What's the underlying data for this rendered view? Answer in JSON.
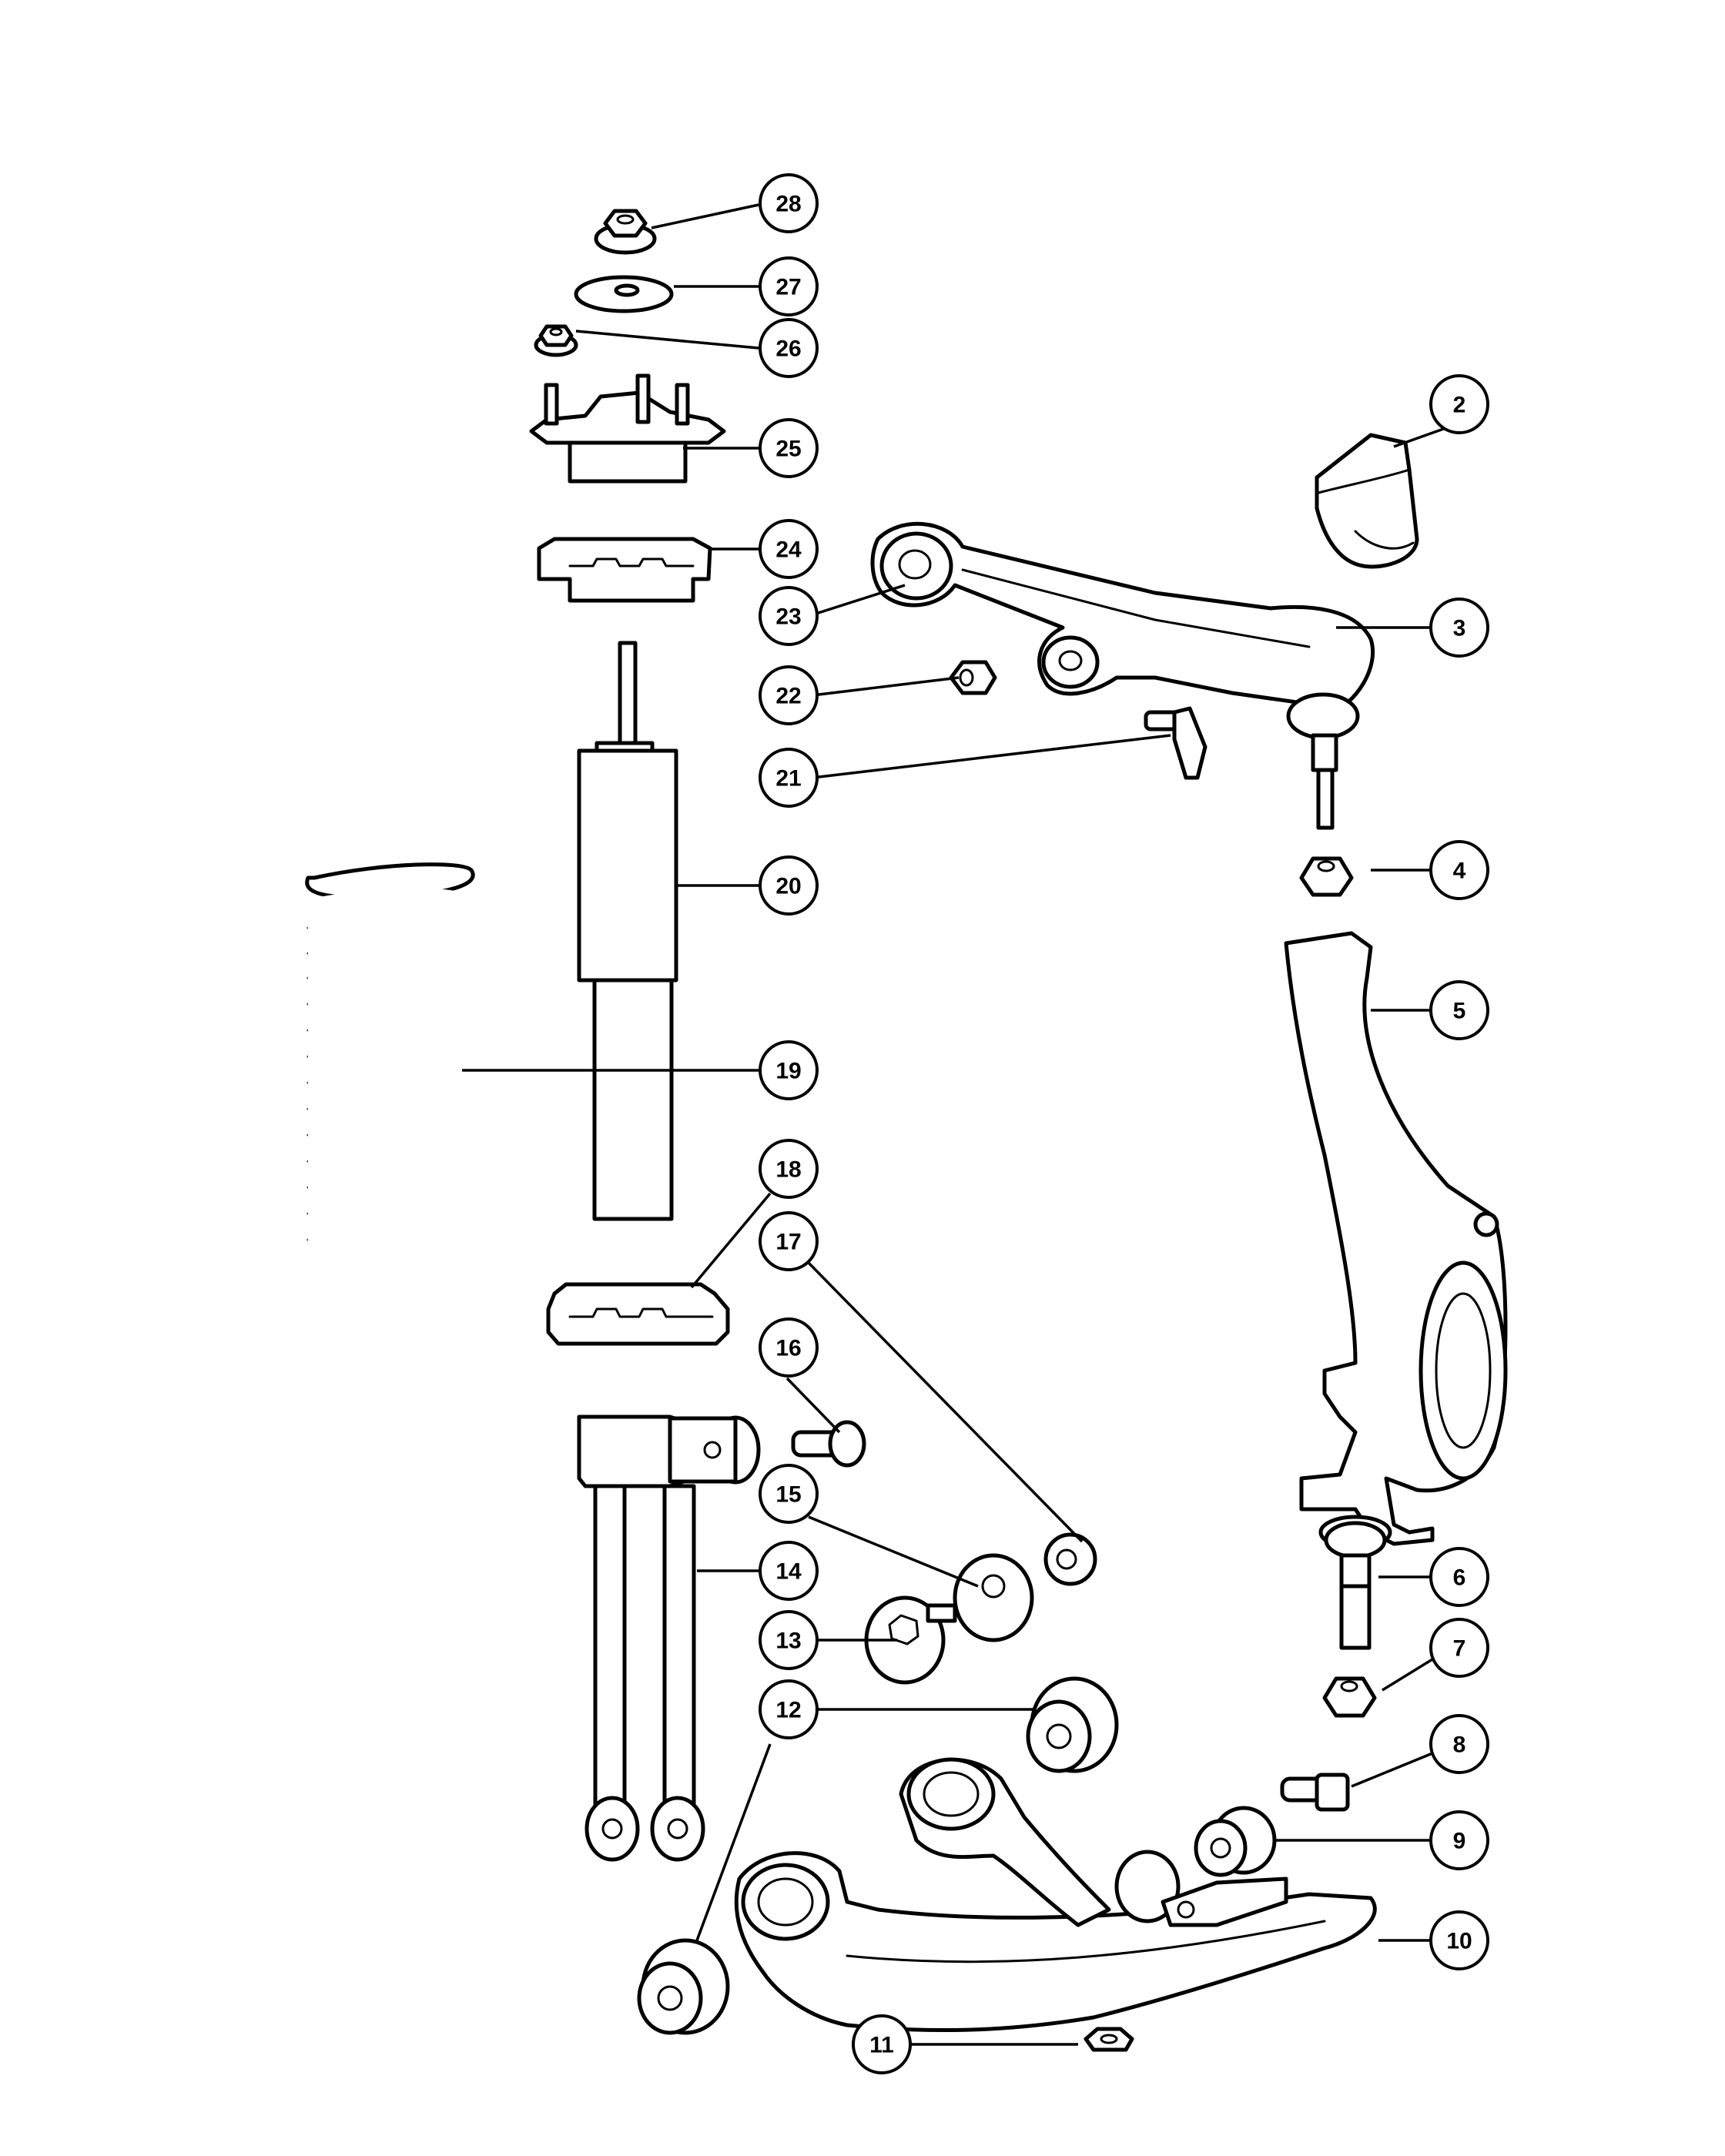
{
  "callouts": [
    "2",
    "3",
    "4",
    "5",
    "6",
    "7",
    "8",
    "9",
    "10",
    "11",
    "12",
    "13",
    "14",
    "15",
    "16",
    "17",
    "18",
    "19",
    "20",
    "21",
    "22",
    "23",
    "24",
    "25",
    "26",
    "27",
    "28"
  ],
  "colors": {
    "line": "#000000",
    "background": "#ffffff"
  }
}
